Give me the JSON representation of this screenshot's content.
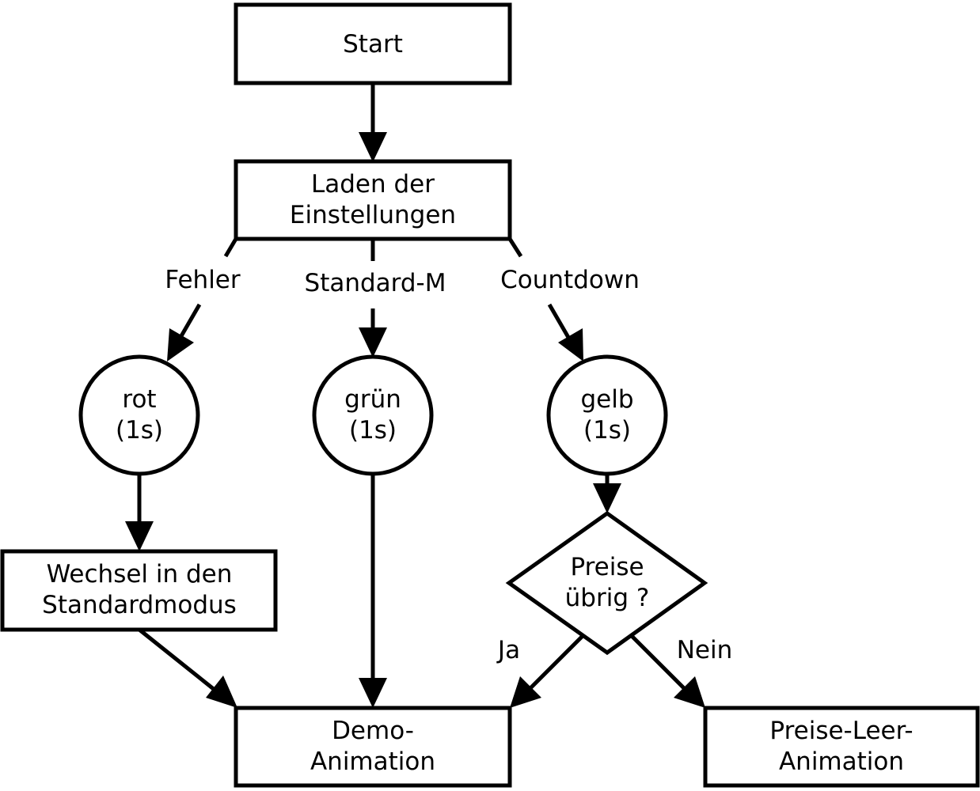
{
  "nodes": {
    "start": {
      "lines": [
        "Start"
      ]
    },
    "laden": {
      "lines": [
        "Laden der",
        "Einstellungen"
      ]
    },
    "rot": {
      "lines": [
        "rot",
        "(1s)"
      ]
    },
    "gruen": {
      "lines": [
        "grün",
        "(1s)"
      ]
    },
    "gelb": {
      "lines": [
        "gelb",
        "(1s)"
      ]
    },
    "wechsel": {
      "lines": [
        "Wechsel in den",
        "Standardmodus"
      ]
    },
    "preise": {
      "lines": [
        "Preise",
        "übrig ?"
      ]
    },
    "demo": {
      "lines": [
        "Demo-",
        "Animation"
      ]
    },
    "leer": {
      "lines": [
        "Preise-Leer-",
        "Animation"
      ]
    }
  },
  "edges": {
    "fehler": "Fehler",
    "standard": "Standard-M",
    "countdown": "Countdown",
    "ja": "Ja",
    "nein": "Nein"
  }
}
